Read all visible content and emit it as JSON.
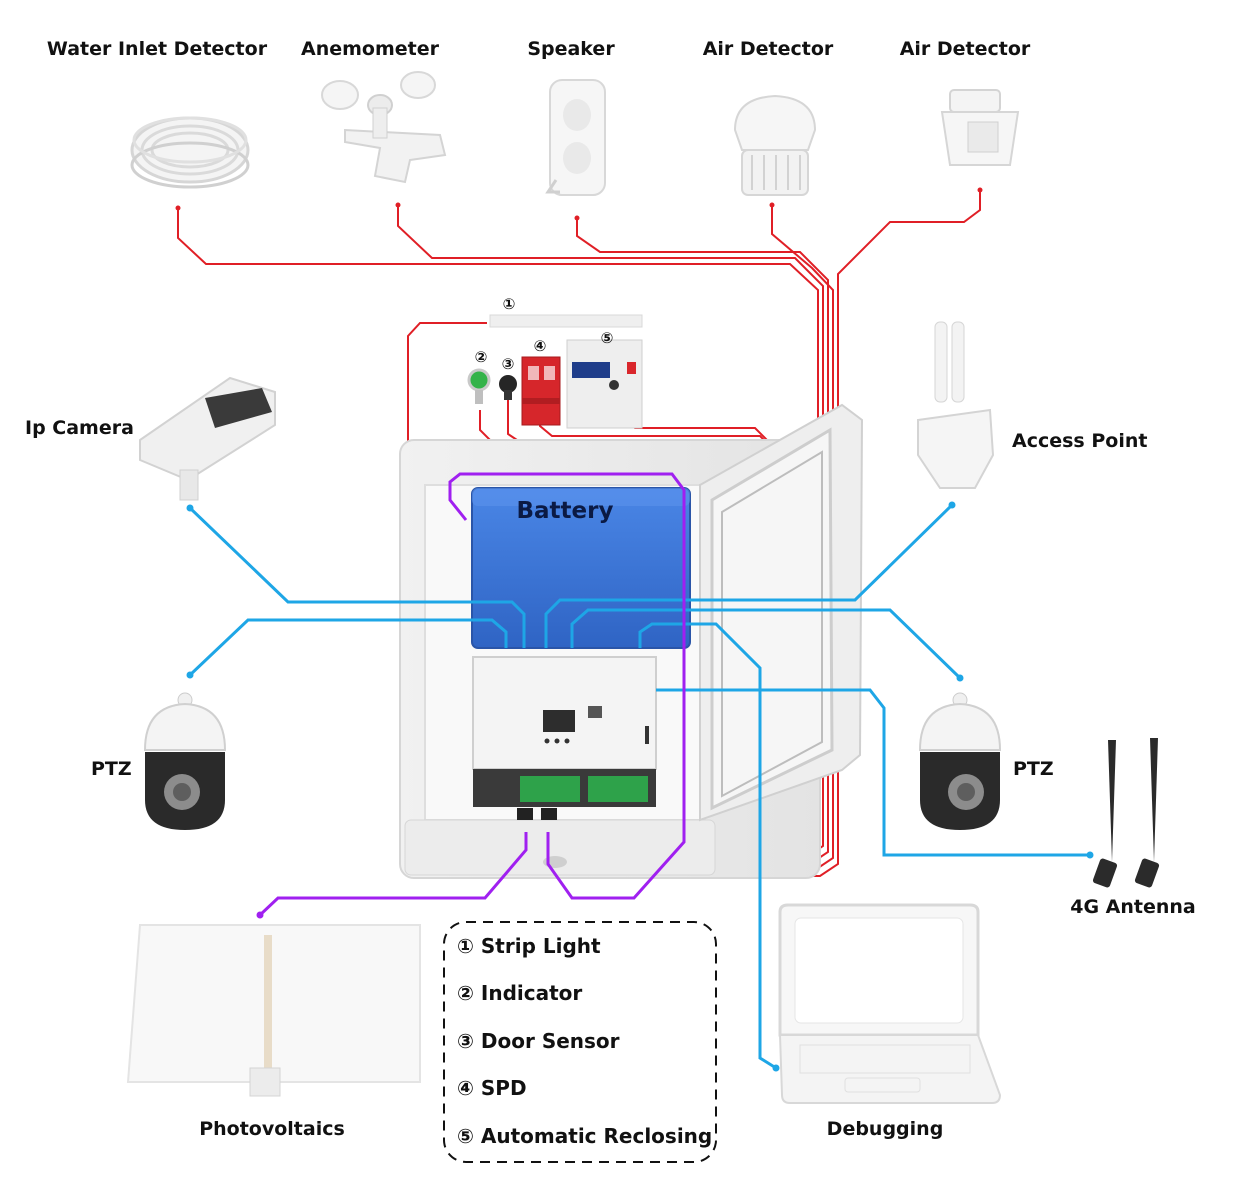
{
  "devices": {
    "water_inlet_detector": "Water Inlet Detector",
    "anemometer": "Anemometer",
    "speaker": "Speaker",
    "air_detector_1": "Air Detector",
    "air_detector_2": "Air Detector",
    "ip_camera": "Ip Camera",
    "access_point": "Access Point",
    "ptz_left": "PTZ",
    "ptz_right": "PTZ",
    "antenna": "4G Antenna",
    "photovoltaics": "Photovoltaics",
    "debugging": "Debugging",
    "battery": "Battery"
  },
  "markers": [
    "①",
    "②",
    "③",
    "④",
    "⑤"
  ],
  "legend": [
    {
      "num": "①",
      "label": "Strip Light"
    },
    {
      "num": "②",
      "label": "Indicator"
    },
    {
      "num": "③",
      "label": "Door Sensor"
    },
    {
      "num": "④",
      "label": "SPD"
    },
    {
      "num": "⑤",
      "label": "Automatic Reclosing"
    }
  ],
  "colors": {
    "sensor_wiring": "#e01f26",
    "network_wiring": "#1ea6e6",
    "power_wiring": "#a020f0",
    "battery": "#3f78d8"
  }
}
